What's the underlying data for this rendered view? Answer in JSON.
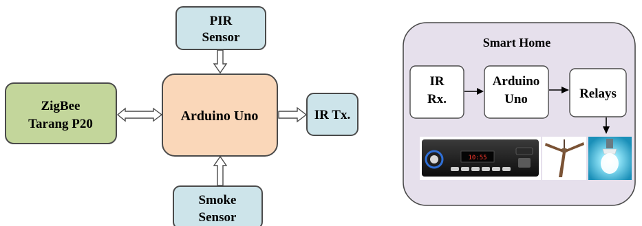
{
  "left_diagram": {
    "pir_sensor": {
      "lines": [
        "PIR",
        "Sensor"
      ],
      "fill": "#cde4ea"
    },
    "zigbee": {
      "lines": [
        "ZigBee",
        "Tarang P20"
      ],
      "fill": "#c3d69b"
    },
    "arduino": {
      "lines": [
        "Arduino Uno"
      ],
      "fill": "#fad7b9"
    },
    "ir_tx": {
      "lines": [
        "IR Tx."
      ],
      "fill": "#cde4ea"
    },
    "smoke_sensor": {
      "lines": [
        "Smoke",
        "Sensor"
      ],
      "fill": "#cde4ea"
    }
  },
  "smart_home": {
    "title": "Smart Home",
    "panel_fill": "#e6e0ec",
    "ir_rx": {
      "lines": [
        "IR",
        "Rx."
      ]
    },
    "arduino": {
      "lines": [
        "Arduino",
        "Uno"
      ]
    },
    "relays": {
      "lines": [
        "Relays"
      ]
    },
    "appliances": [
      "car-stereo-image",
      "ceiling-fan-image",
      "light-bulb-image"
    ]
  },
  "colors": {
    "stroke": "#4a4a4a",
    "arrow_fill": "#ffffff",
    "text": "#000000"
  }
}
